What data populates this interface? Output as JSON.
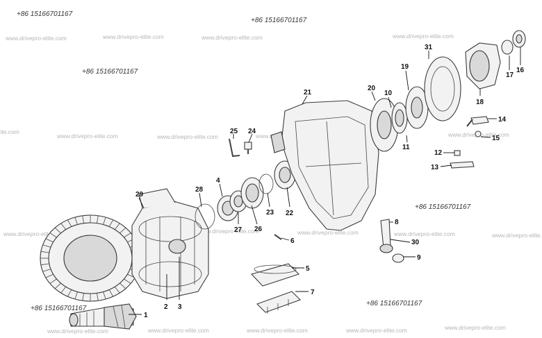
{
  "phone_text": "+86 15166701167",
  "watermark_text": "www.drivepro-elite.com",
  "callouts": [
    "1",
    "2",
    "3",
    "5",
    "6",
    "7",
    "8",
    "9",
    "10",
    "11",
    "12",
    "13",
    "14",
    "15",
    "16",
    "17",
    "18",
    "19",
    "20",
    "21",
    "22",
    "23",
    "24",
    "25",
    "26",
    "27",
    "28",
    "29",
    "30",
    "31"
  ],
  "colors": {
    "line": "#3a3a3a",
    "fill": "#f2f2f2",
    "watermark": "#b5b5b5"
  }
}
